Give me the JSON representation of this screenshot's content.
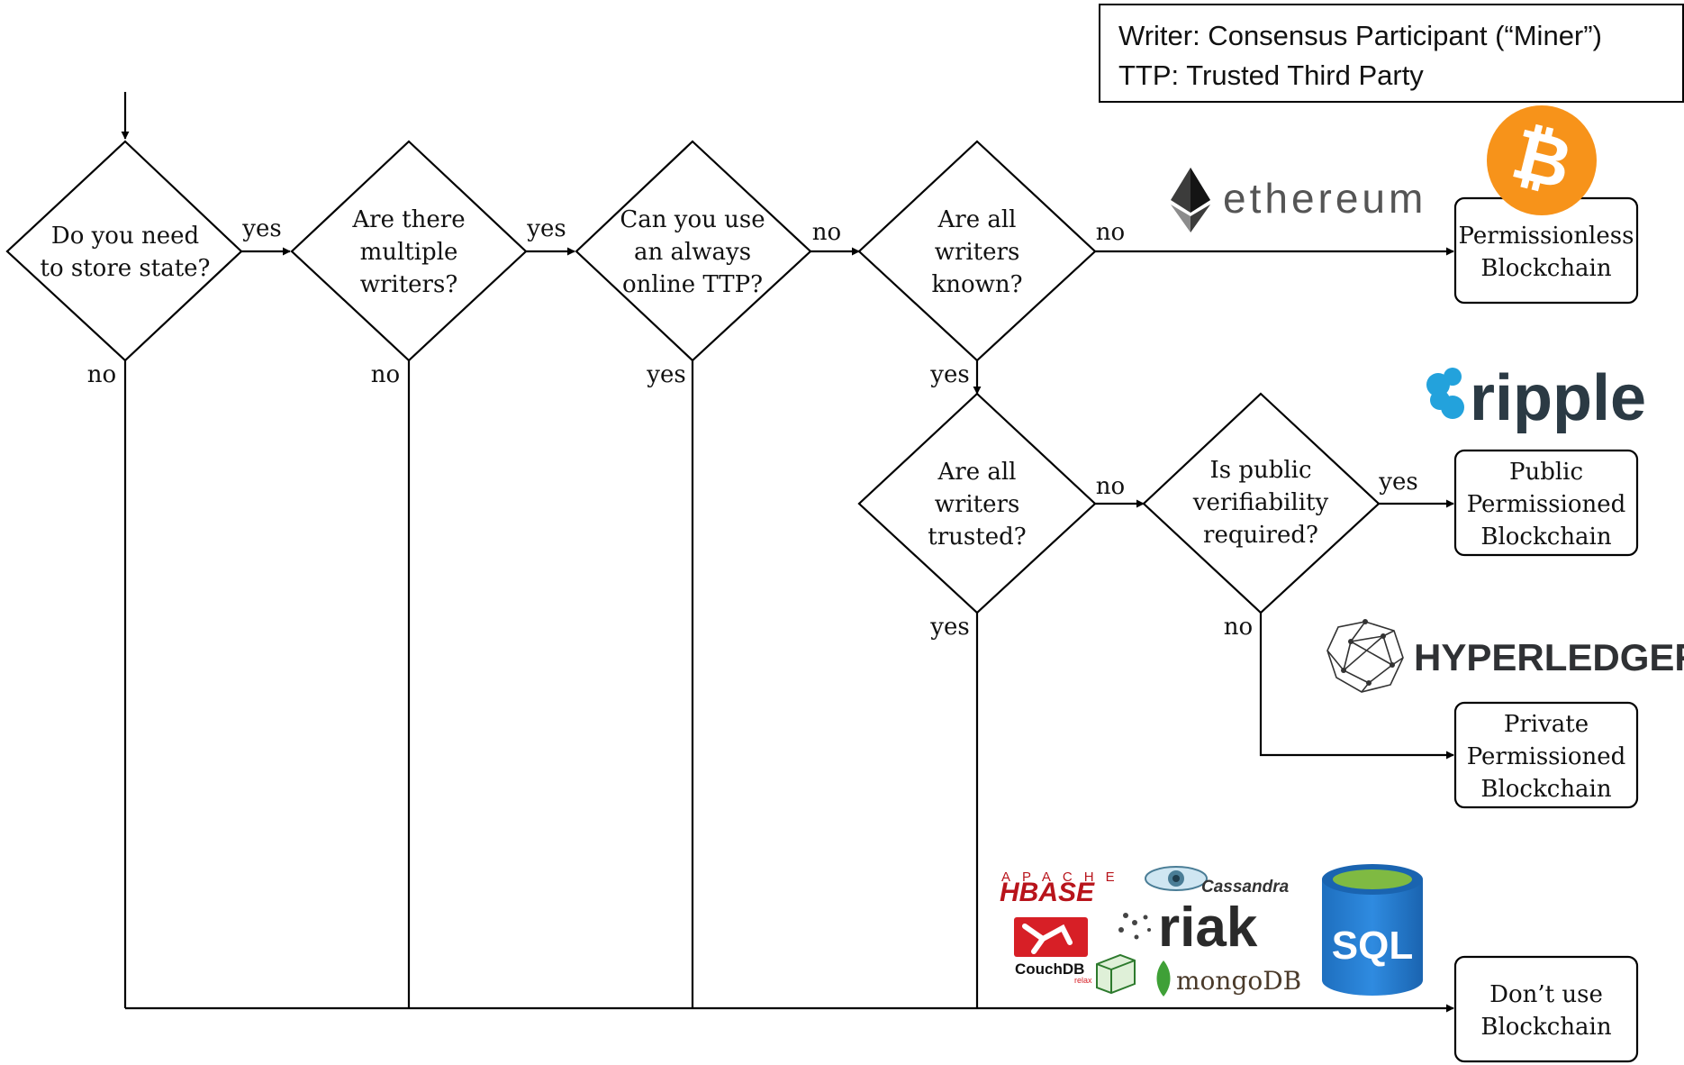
{
  "legend": {
    "writer_def": "Writer: Consensus Participant (“Miner”)",
    "ttp_def": "TTP: Trusted Third Party"
  },
  "decisions": {
    "store_state": [
      "Do you need",
      "to store state?"
    ],
    "multiple_writers": [
      "Are there",
      "multiple",
      "writers?"
    ],
    "online_ttp": [
      "Can you use",
      "an always",
      "online TTP?"
    ],
    "writers_known": [
      "Are all",
      "writers",
      "known?"
    ],
    "writers_trusted": [
      "Are all",
      "writers",
      "trusted?"
    ],
    "public_verifiability": [
      "Is public",
      "verifiability",
      "required?"
    ]
  },
  "outcomes": {
    "permissionless": [
      "Permissionless",
      "Blockchain"
    ],
    "public_permissioned": [
      "Public",
      "Permissioned",
      "Blockchain"
    ],
    "private_permissioned": [
      "Private",
      "Permissioned",
      "Blockchain"
    ],
    "dont_use": [
      "Don’t use",
      "Blockchain"
    ]
  },
  "edge_labels": {
    "store_yes": "yes",
    "store_no": "no",
    "multiple_yes": "yes",
    "multiple_no": "no",
    "ttp_no": "no",
    "ttp_yes": "yes",
    "known_no": "no",
    "known_yes": "yes",
    "trusted_no": "no",
    "trusted_yes": "yes",
    "verif_yes": "yes",
    "verif_no": "no"
  },
  "logos": {
    "bitcoin_glyph": "₿",
    "ethereum": "ethereum",
    "ripple": "ripple",
    "hyperledger": "HYPERLEDGER",
    "hbase_top": "APACHE",
    "hbase": "HBASE",
    "cassandra": "Cassandra",
    "riak": "riak",
    "couchdb": "CouchDB",
    "couchdb_sub": "relax",
    "mongodb": "mongoDB",
    "sql": "SQL"
  },
  "colors": {
    "bitcoin": "#F7931A",
    "ethereum": "#343434",
    "ripple_blue": "#23A2DC",
    "ripple_text": "#2B3A44",
    "hyperledger": "#2F3134",
    "hbase": "#B8141B",
    "couchdb": "#D71F26",
    "riak": "#2A2A2A",
    "mongodb_leaf": "#3FA037",
    "mongodb_text": "#4A3A2A",
    "sql_blue": "#1F7DD0",
    "sql_top": "#7FBA42"
  }
}
